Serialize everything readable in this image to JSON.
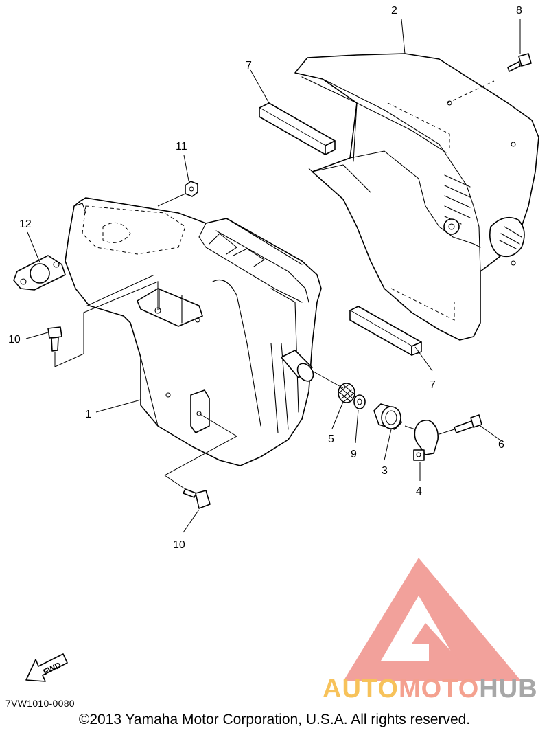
{
  "diagram": {
    "callouts": {
      "c1": "1",
      "c2": "2",
      "c3": "3",
      "c4": "4",
      "c5": "5",
      "c6": "6",
      "c7a": "7",
      "c7b": "7",
      "c8": "8",
      "c9": "9",
      "c10a": "10",
      "c10b": "10",
      "c11": "11",
      "c12": "12"
    },
    "fwd_label": "FWD",
    "doc_code": "7VW1010-0080",
    "copyright": "©2013 Yamaha Motor Corporation, U.S.A. All rights reserved.",
    "watermark": {
      "auto": "AUTO",
      "moto": "MOTO",
      "hub": "HUB"
    },
    "colors": {
      "wm_red": "#e8322c",
      "wm_yellow": "#f7c25a",
      "wm_gray": "#a7a7a7"
    }
  }
}
